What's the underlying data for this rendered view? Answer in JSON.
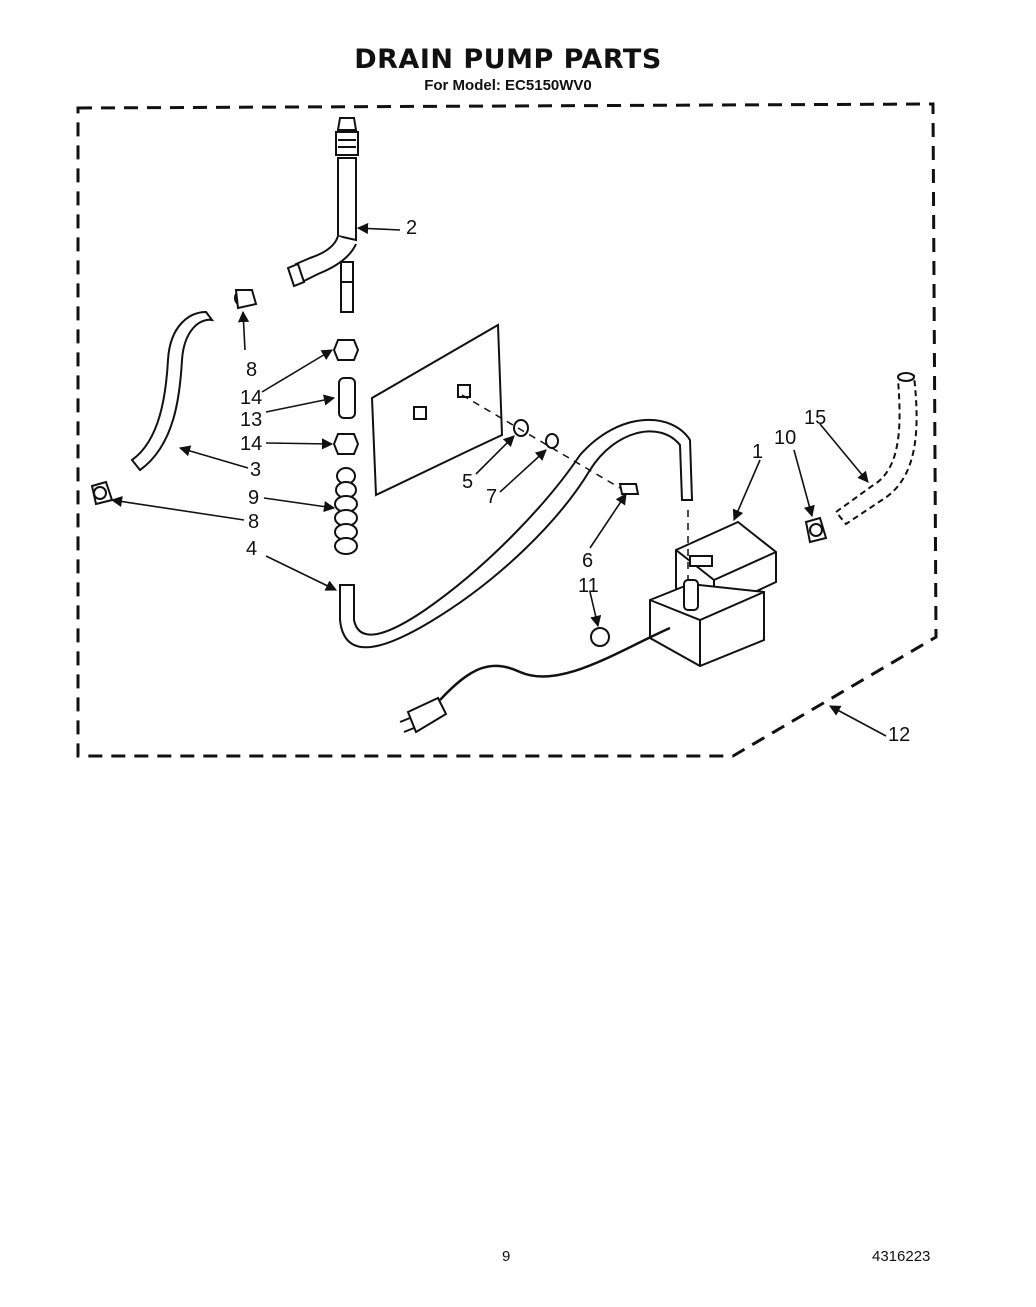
{
  "header": {
    "title": "DRAIN PUMP PARTS",
    "subtitle": "For Model: EC5150WV0"
  },
  "callouts": {
    "c1": "1",
    "c2": "2",
    "c3": "3",
    "c4": "4",
    "c5": "5",
    "c6": "6",
    "c7": "7",
    "c8a": "8",
    "c8b": "8",
    "c9": "9",
    "c10": "10",
    "c11": "11",
    "c12": "12",
    "c13": "13",
    "c14a": "14",
    "c14b": "14",
    "c15": "15"
  },
  "footer": {
    "page_number": "9",
    "document_number": "4316223"
  }
}
